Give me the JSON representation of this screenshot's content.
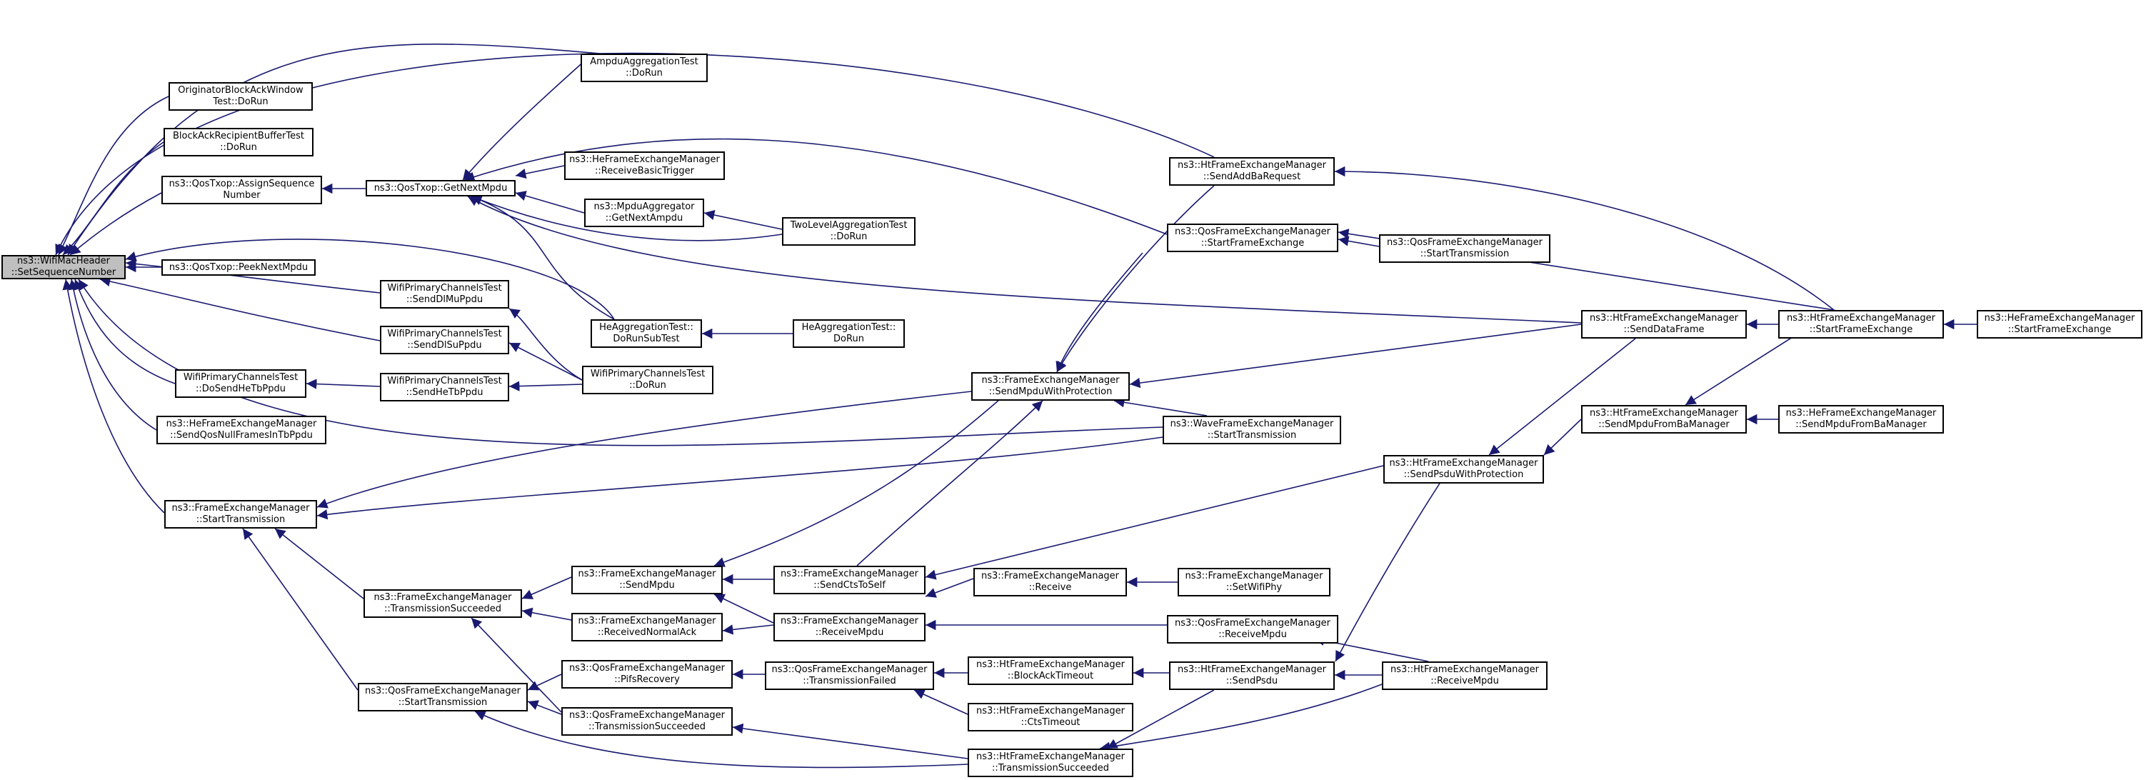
{
  "colors": {
    "edge": "#191970",
    "node_border": "#000000",
    "node_bg": "#ffffff",
    "root_bg": "#bfbfbf"
  },
  "nodes": [
    {
      "id": "root",
      "lines": [
        "ns3::WifiMacHeader",
        "::SetSequenceNumber"
      ],
      "root": true
    },
    {
      "id": "ampdu",
      "lines": [
        "AmpduAggregationTest",
        "::DoRun"
      ]
    },
    {
      "id": "origbaw",
      "lines": [
        "OriginatorBlockAckWindow",
        "Test::DoRun"
      ]
    },
    {
      "id": "barecip",
      "lines": [
        "BlockAckRecipientBufferTest",
        "::DoRun"
      ]
    },
    {
      "id": "assignseq",
      "lines": [
        "ns3::QosTxop::AssignSequence",
        "Number"
      ]
    },
    {
      "id": "getnextmpdu",
      "lines": [
        "ns3::QosTxop::GetNextMpdu"
      ]
    },
    {
      "id": "heRecvBT",
      "lines": [
        "ns3::HeFrameExchangeManager",
        "::ReceiveBasicTrigger"
      ]
    },
    {
      "id": "mpduAgg",
      "lines": [
        "ns3::MpduAggregator",
        "::GetNextAmpdu"
      ]
    },
    {
      "id": "twolevel",
      "lines": [
        "TwoLevelAggregationTest",
        "::DoRun"
      ]
    },
    {
      "id": "peeknext",
      "lines": [
        "ns3::QosTxop::PeekNextMpdu"
      ]
    },
    {
      "id": "wpcSendDlMu",
      "lines": [
        "WifiPrimaryChannelsTest",
        "::SendDlMuPpdu"
      ]
    },
    {
      "id": "wpcSendDlSu",
      "lines": [
        "WifiPrimaryChannelsTest",
        "::SendDlSuPpdu"
      ]
    },
    {
      "id": "wpcDoSendHeTb",
      "lines": [
        "WifiPrimaryChannelsTest",
        "::DoSendHeTbPpdu"
      ]
    },
    {
      "id": "wpcSendHeTb",
      "lines": [
        "WifiPrimaryChannelsTest",
        "::SendHeTbPpdu"
      ]
    },
    {
      "id": "wpcDoRun",
      "lines": [
        "WifiPrimaryChannelsTest",
        "::DoRun"
      ]
    },
    {
      "id": "heAggSub",
      "lines": [
        "HeAggregationTest::",
        "DoRunSubTest"
      ]
    },
    {
      "id": "heAggRun",
      "lines": [
        "HeAggregationTest::",
        "DoRun"
      ]
    },
    {
      "id": "heSendQosNull",
      "lines": [
        "ns3::HeFrameExchangeManager",
        "::SendQosNullFramesInTbPpdu"
      ]
    },
    {
      "id": "femStartTx",
      "lines": [
        "ns3::FrameExchangeManager",
        "::StartTransmission"
      ]
    },
    {
      "id": "femTxSucc",
      "lines": [
        "ns3::FrameExchangeManager",
        "::TransmissionSucceeded"
      ]
    },
    {
      "id": "qfemStartTx",
      "lines": [
        "ns3::QosFrameExchangeManager",
        "::StartTransmission"
      ]
    },
    {
      "id": "femSendMpdu",
      "lines": [
        "ns3::FrameExchangeManager",
        "::SendMpdu"
      ]
    },
    {
      "id": "femRecvNormalAck",
      "lines": [
        "ns3::FrameExchangeManager",
        "::ReceivedNormalAck"
      ]
    },
    {
      "id": "qfemPifs",
      "lines": [
        "ns3::QosFrameExchangeManager",
        "::PifsRecovery"
      ]
    },
    {
      "id": "qfemTxSucc",
      "lines": [
        "ns3::QosFrameExchangeManager",
        "::TransmissionSucceeded"
      ]
    },
    {
      "id": "femSendCts",
      "lines": [
        "ns3::FrameExchangeManager",
        "::SendCtsToSelf"
      ]
    },
    {
      "id": "femRecvMpdu",
      "lines": [
        "ns3::FrameExchangeManager",
        "::ReceiveMpdu"
      ]
    },
    {
      "id": "qfemTxFailed",
      "lines": [
        "ns3::QosFrameExchangeManager",
        "::TransmissionFailed"
      ]
    },
    {
      "id": "femSendMpduProt",
      "lines": [
        "ns3::FrameExchangeManager",
        "::SendMpduWithProtection"
      ]
    },
    {
      "id": "femReceive",
      "lines": [
        "ns3::FrameExchangeManager",
        "::Receive"
      ]
    },
    {
      "id": "htBlockAckTimeout",
      "lines": [
        "ns3::HtFrameExchangeManager",
        "::BlockAckTimeout"
      ]
    },
    {
      "id": "htCtsTimeout",
      "lines": [
        "ns3::HtFrameExchangeManager",
        "::CtsTimeout"
      ]
    },
    {
      "id": "htTxSucc",
      "lines": [
        "ns3::HtFrameExchangeManager",
        "::TransmissionSucceeded"
      ]
    },
    {
      "id": "htSendAddBa",
      "lines": [
        "ns3::HtFrameExchangeManager",
        "::SendAddBaRequest"
      ]
    },
    {
      "id": "qfemStartFE",
      "lines": [
        "ns3::QosFrameExchangeManager",
        "::StartFrameExchange"
      ]
    },
    {
      "id": "waveStartTx",
      "lines": [
        "ns3::WaveFrameExchangeManager",
        "::StartTransmission"
      ]
    },
    {
      "id": "femSetWifiPhy",
      "lines": [
        "ns3::FrameExchangeManager",
        "::SetWifiPhy"
      ]
    },
    {
      "id": "qfemRecvMpdu",
      "lines": [
        "ns3::QosFrameExchangeManager",
        "::ReceiveMpdu"
      ]
    },
    {
      "id": "htSendPsdu",
      "lines": [
        "ns3::HtFrameExchangeManager",
        "::SendPsdu"
      ]
    },
    {
      "id": "qfemStartTx2",
      "lines": [
        "ns3::QosFrameExchangeManager",
        "::StartTransmission"
      ]
    },
    {
      "id": "htSendPsduProt",
      "lines": [
        "ns3::HtFrameExchangeManager",
        "::SendPsduWithProtection"
      ]
    },
    {
      "id": "htRecvMpdu",
      "lines": [
        "ns3::HtFrameExchangeManager",
        "::ReceiveMpdu"
      ]
    },
    {
      "id": "htSendDataFrame",
      "lines": [
        "ns3::HtFrameExchangeManager",
        "::SendDataFrame"
      ]
    },
    {
      "id": "htSendMpduFromBa",
      "lines": [
        "ns3::HtFrameExchangeManager",
        "::SendMpduFromBaManager"
      ]
    },
    {
      "id": "htStartFE",
      "lines": [
        "ns3::HtFrameExchangeManager",
        "::StartFrameExchange"
      ]
    },
    {
      "id": "heSendMpduFromBa",
      "lines": [
        "ns3::HeFrameExchangeManager",
        "::SendMpduFromBaManager"
      ]
    },
    {
      "id": "heStartFE",
      "lines": [
        "ns3::HeFrameExchangeManager",
        "::StartFrameExchange"
      ]
    }
  ]
}
